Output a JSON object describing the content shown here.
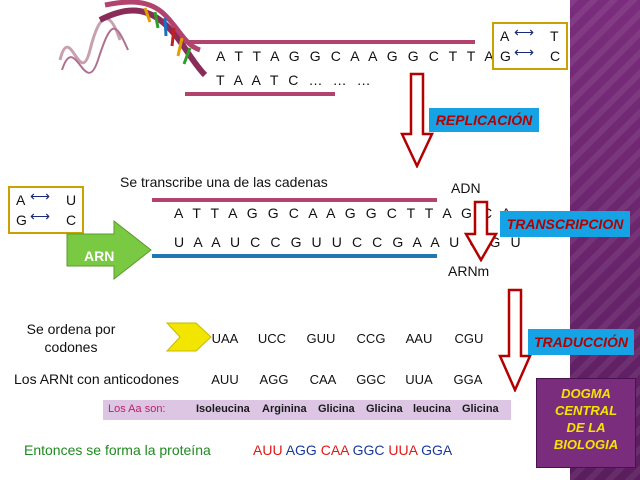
{
  "dna_top_strand": "A T T A G G C A A G G C T T A G C A",
  "dna_partial_strand": "T A A T C … … …",
  "key_dna": {
    "a": "A",
    "t": "T",
    "g": "G",
    "c": "C"
  },
  "key_rna": {
    "a": "A",
    "u": "U",
    "g": "G",
    "c": "C"
  },
  "replicacion_label": "REPLICACIÓN",
  "transcripcion_label": "TRANSCRIPCION",
  "traduccion_label": "TRADUCCIÓN",
  "transcribe_text": "Se transcribe una de las cadenas",
  "adn_label": "ADN",
  "arnm_label": "ARNm",
  "dna_strand": "A T T A G G C A A G G C T T A G C A",
  "rna_strand": "U A A U C C G U U C C G A A U C G U",
  "arn_arrow_label": "ARN",
  "ordena_label": "Se ordena por codones",
  "codons": [
    "UAA",
    "UCC",
    "GUU",
    "CCG",
    "AAU",
    "CGU"
  ],
  "arnt_label": "Los ARNt con anticodones",
  "anticodons": [
    "AUU",
    "AGG",
    "CAA",
    "GGC",
    "UUA",
    "GGA"
  ],
  "aa_label": "Los Aa son:",
  "aminoacids": [
    "Isoleucina",
    "Arginina",
    "Glicina",
    "Glicina",
    "leucina",
    "Glicina"
  ],
  "protein_label": "Entonces se forma la proteína",
  "protein_codons": [
    {
      "text": "AUU",
      "color": "#e01818"
    },
    {
      "text": "AGG",
      "color": "#1a3a9a"
    },
    {
      "text": "CAA",
      "color": "#e01818"
    },
    {
      "text": "GGC",
      "color": "#1a3a9a"
    },
    {
      "text": "UUA",
      "color": "#e01818"
    },
    {
      "text": "GGA",
      "color": "#1a3a9a"
    }
  ],
  "dogma_title": "DOGMA CENTRAL DE LA BIOLOGIA",
  "colors": {
    "dna_bar": "#b2426e",
    "rna_bar": "#1f78b4",
    "label_bg": "#16a3e6",
    "label_text": "#b30000",
    "arrow": "#b30000",
    "key_border": "#c9a100",
    "arn_arrow": "#7ac943",
    "dogma_bg": "#7a2d7c",
    "dogma_text": "#f2e600",
    "side_bg": "#6a2470"
  }
}
